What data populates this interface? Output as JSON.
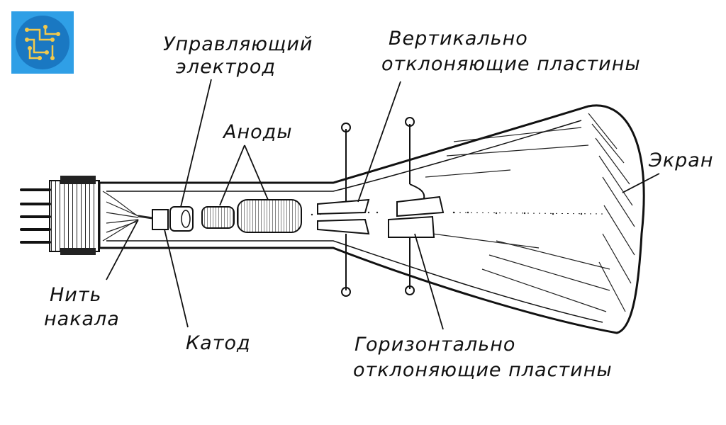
{
  "logo": {
    "icon": "circuit-board-icon",
    "color": "#2f9fe6"
  },
  "labels": {
    "control_electrode_1": "Управляющий",
    "control_electrode_2": "электрод",
    "vertical_plates_1": "Вертикально",
    "vertical_plates_2": "отклоняющие пластины",
    "anodes": "Аноды",
    "screen": "Экран",
    "filament_1": "Нить",
    "filament_2": "накала",
    "cathode": "Катод",
    "horizontal_plates_1": "Горизонтально",
    "horizontal_plates_2": "отклоняющие пластины"
  }
}
